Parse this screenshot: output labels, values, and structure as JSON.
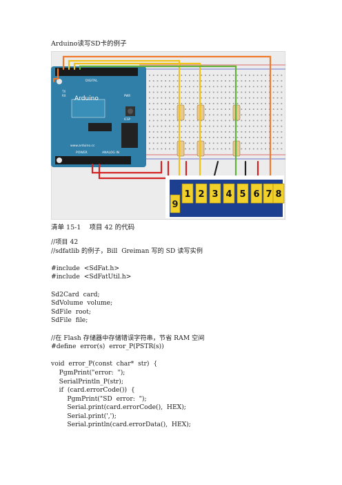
{
  "document": {
    "title": "Arduino读写SD卡的例子",
    "figure": {
      "board_brand": "Arduino",
      "board_url": "www.arduino.cc",
      "board_digital_label": "DIGITAL",
      "board_analog_label": "ANALOG IN",
      "board_power_label": "POWER",
      "board_pwr_label": "PWR",
      "board_icsp_label": "ICSP",
      "board_tx_label": "TX",
      "board_rx_label": "RX",
      "sd_pins": [
        "9",
        "1",
        "2",
        "3",
        "4",
        "5",
        "6",
        "7",
        "8"
      ]
    },
    "caption": "清单 15-1    项目 42 的代码",
    "code_lines": [
      "//项目 42",
      "//sdfatlib 的例子，Bill  Greiman 写的 SD 读写实例",
      "",
      "#include  <SdFat.h>",
      "#include  <SdFatUtil.h>",
      "",
      "Sd2Card  card;",
      "SdVolume  volume;",
      "SdFile  root;",
      "SdFile  file;",
      "",
      "//在 Flash 存储器中存储错误字符串，节省 RAM 空间",
      "#define  error(s)  error_P(PSTR(s))",
      "",
      "void  error_P(const  char*  str)  {",
      "    PgmPrint(\"error:  \");",
      "    SerialPrintln_P(str);",
      "    if  (card.errorCode())  {",
      "        PgmPrint(\"SD  error:  \");",
      "        Serial.print(card.errorCode(),  HEX);",
      "        Serial.print(',');",
      "        Serial.println(card.errorData(),  HEX);"
    ]
  },
  "colors": {
    "board_blue": "#2f7fa8",
    "breadboard": "#ececec",
    "sd_card": "#1c3f8f",
    "sd_pin": "#f2d22a",
    "wire_orange": "#f07a2a",
    "wire_yellow": "#f0c21a",
    "wire_green": "#5fb13a",
    "wire_red": "#d42222",
    "wire_black": "#222222"
  }
}
